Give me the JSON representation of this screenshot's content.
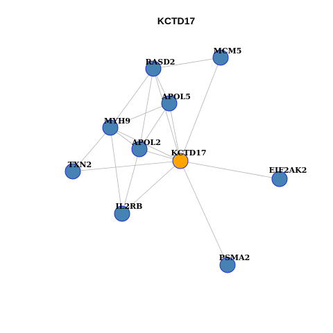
{
  "title": "KCTD17",
  "colors": {
    "hub": "#ffa500",
    "node": "#4682b4",
    "node_border": "#1f2fd1",
    "edge": "#b3b3b3"
  },
  "nodes": [
    {
      "id": "KCTD17",
      "label": "KCTD17",
      "hub": true
    },
    {
      "id": "MCM5",
      "label": "MCM5"
    },
    {
      "id": "RASD2",
      "label": "RASD2"
    },
    {
      "id": "APOL5",
      "label": "APOL5"
    },
    {
      "id": "MYH9",
      "label": "MYH9"
    },
    {
      "id": "APOL2",
      "label": "APOL2"
    },
    {
      "id": "TXN2",
      "label": "TXN2"
    },
    {
      "id": "EIF2AK2",
      "label": "EIF2AK2"
    },
    {
      "id": "IL2RB",
      "label": "IL2RB"
    },
    {
      "id": "PSMA2",
      "label": "PSMA2"
    }
  ],
  "edges": [
    [
      "RASD2",
      "MCM5"
    ],
    [
      "MCM5",
      "KCTD17"
    ],
    [
      "RASD2",
      "APOL5"
    ],
    [
      "RASD2",
      "MYH9"
    ],
    [
      "RASD2",
      "APOL2"
    ],
    [
      "RASD2",
      "KCTD17"
    ],
    [
      "APOL5",
      "MYH9"
    ],
    [
      "APOL5",
      "APOL2"
    ],
    [
      "APOL5",
      "KCTD17"
    ],
    [
      "MYH9",
      "APOL2"
    ],
    [
      "MYH9",
      "TXN2"
    ],
    [
      "MYH9",
      "IL2RB"
    ],
    [
      "MYH9",
      "KCTD17"
    ],
    [
      "APOL2",
      "KCTD17"
    ],
    [
      "APOL2",
      "IL2RB"
    ],
    [
      "TXN2",
      "KCTD17"
    ],
    [
      "IL2RB",
      "KCTD17"
    ],
    [
      "KCTD17",
      "EIF2AK2"
    ],
    [
      "KCTD17",
      "PSMA2"
    ]
  ]
}
